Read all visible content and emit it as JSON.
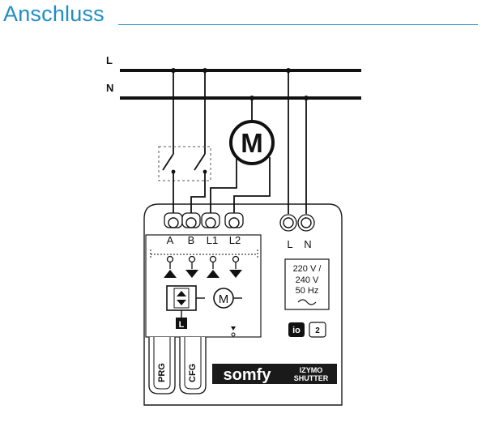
{
  "heading": "Anschluss",
  "lines": {
    "l": "L",
    "n": "N"
  },
  "motor_symbol": "M",
  "terminals_left": [
    "A",
    "B",
    "L1",
    "L2"
  ],
  "terminals_right": [
    "L",
    "N"
  ],
  "supply": [
    "220 V /",
    "240 V",
    "50 Hz"
  ],
  "motor_small": "M",
  "control_letter": "L",
  "io_badge": "io",
  "mode_badge": "2",
  "buttons": [
    "PRG",
    "CFG"
  ],
  "brand": "somfy",
  "product": [
    "IZYMO",
    "SHUTTER"
  ]
}
